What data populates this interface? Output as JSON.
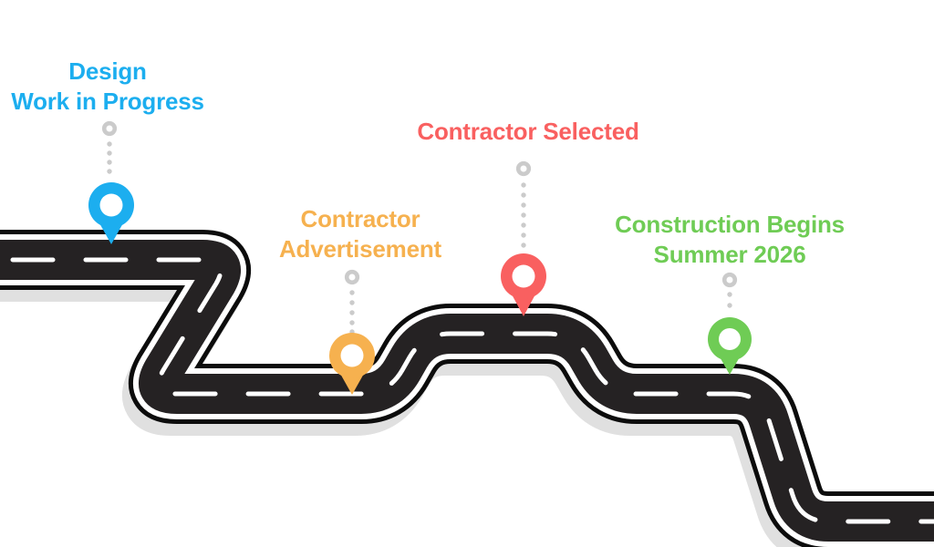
{
  "milestones": [
    {
      "id": "design-work-in-progress",
      "line1": "Design",
      "line2": "Work in Progress",
      "color": "#1CAEEF",
      "pin": "blue-map-pin"
    },
    {
      "id": "contractor-advertisement",
      "line1": "Contractor",
      "line2": "Advertisement",
      "color": "#F6B14F",
      "pin": "orange-map-pin"
    },
    {
      "id": "contractor-selected",
      "line1": "Contractor Selected",
      "color": "#F96060",
      "pin": "red-map-pin"
    },
    {
      "id": "construction-begins",
      "line1": "Construction Begins",
      "line2": "Summer 2026",
      "color": "#6FCC55",
      "pin": "green-map-pin"
    }
  ],
  "road": {
    "description": "winding-road-timeline",
    "colors": {
      "asphalt": "#252223",
      "outline": "#0C0C0C",
      "stripe": "#FFFFFF",
      "center_dash": "#FFFFFF",
      "shadow": "#E0E0E0",
      "connector": "#CBCBCB"
    }
  },
  "background_color": "#FFFFFF"
}
